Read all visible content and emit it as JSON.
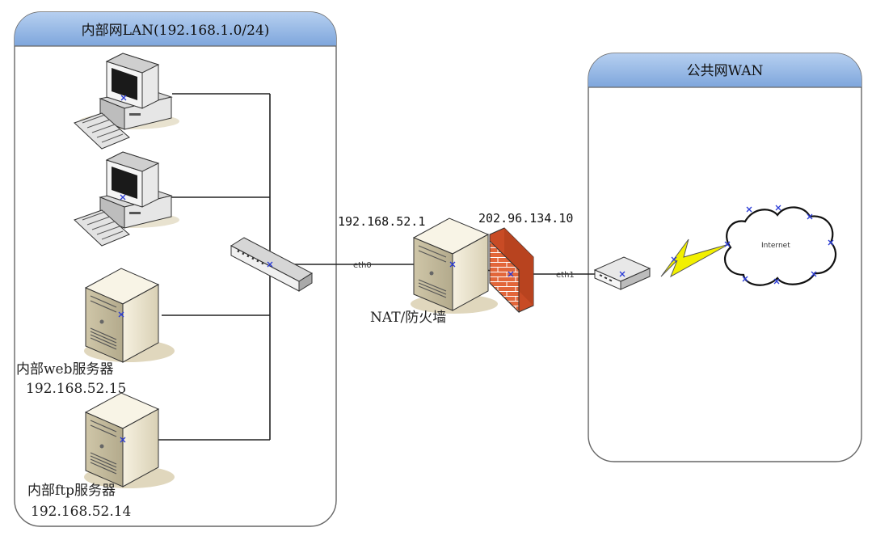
{
  "zones": {
    "lan_title": "内部网LAN(192.168.1.0/24)",
    "wan_title": "公共网WAN"
  },
  "nodes": {
    "web_server_name": "内部web服务器",
    "web_server_ip": "192.168.52.15",
    "ftp_server_name": "内部ftp服务器",
    "ftp_server_ip": "192.168.52.14",
    "nat_name": "NAT/防火墙",
    "nat_inner_ip": "192.168.52.1",
    "nat_outer_ip": "202.96.134.10",
    "internet_label": "Internet"
  },
  "ports": {
    "eth0": "eth0",
    "eth1": "eth1"
  },
  "colors": {
    "zone_header": "#8fb4e3",
    "zone_border": "#666666",
    "firewall": "#e2663a",
    "lightning": "#f2f000",
    "server_body": "#ebe4cf",
    "marker": "#2a3bd6"
  }
}
